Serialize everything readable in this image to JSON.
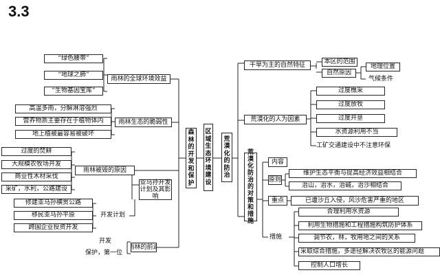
{
  "title": "3.3",
  "center": {
    "a": "森林的开发和保护",
    "b": "区域生态环境建设",
    "c": "荒漠化的防治"
  },
  "rainforest": {
    "global": {
      "label": "雨林的全球环境效益",
      "items": [
        "“绿色腰带”",
        "“地球之肺”",
        "“生物基因宝库”"
      ]
    },
    "fragile": {
      "label": "雨林生态的脆弱性",
      "items": [
        "高温多雨，分解淋溶强烈",
        "营养物质主要存在于植物体内",
        "地上植被最容易被破坏"
      ]
    },
    "cause": {
      "label": "雨林被毁的原因",
      "items": [
        "过度的焚耕",
        "大规模农牧场开发",
        "商业性木材采伐",
        "采矿，水利，公路建设"
      ]
    },
    "amazon": "亚马孙开发计划及其影响",
    "plan": {
      "label": "开发计划",
      "items": [
        "修建亚马孙横贯公路",
        "移民亚马孙平原",
        "跨国企业投资开发"
      ]
    },
    "future": {
      "label": "雨林的前途",
      "items": [
        "开发",
        "保护，第一位"
      ]
    }
  },
  "desert": {
    "natural": {
      "label": "干旱为主的自然特征",
      "range": "本区的范围",
      "reason": "自然原因",
      "reason_items": [
        "地理位置",
        "气候条件"
      ]
    },
    "human": {
      "label": "荒漠化的人为因素",
      "items": [
        "过度樵采",
        "过度放牧",
        "过度开垦",
        "水资源利用不当",
        "工矿交通建设中不注意环保"
      ]
    },
    "measures": {
      "label": "荒漠化防治的对策和措施",
      "content": "内容",
      "principle": "原则",
      "principle_items": [
        "维护生态平衡与提高经济效益相结合",
        "治山，治水，治碱，治沙相结合"
      ],
      "focus": "重点",
      "focus_item": "已遭沙丘入侵，风沙危害严重的地区",
      "action": "措施",
      "action_items": [
        "合理利用水资源",
        "利用生物措施和工程措施构筑防护体系",
        "调节农，林，牧用地之间的关系",
        "采取综合措施，多途径解决农牧区的能源问题",
        "控制人口增长"
      ]
    }
  }
}
